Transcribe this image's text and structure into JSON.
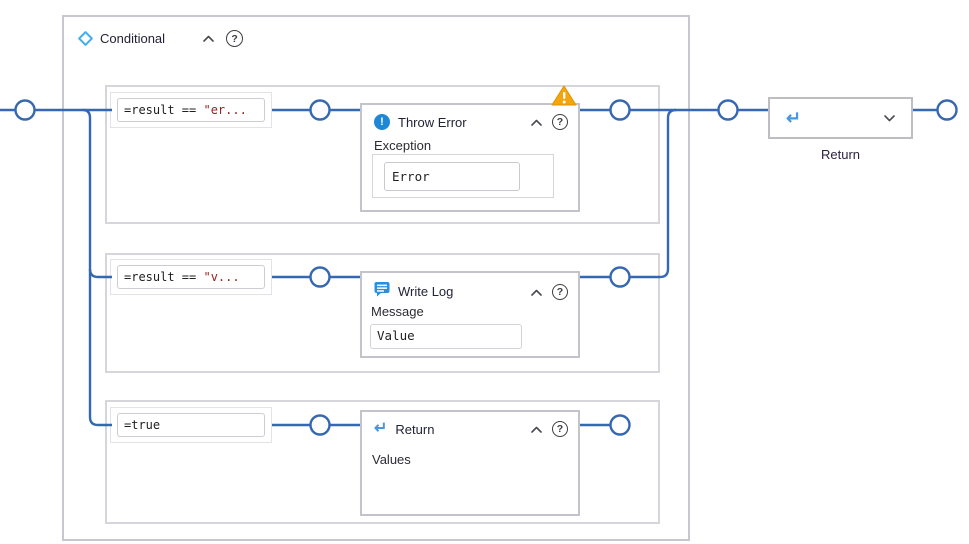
{
  "colors": {
    "connector_blue": "#3568b0",
    "activity_icon_blue": "#1e87d6",
    "diamond_blue": "#41b0e8",
    "return_arrow_blue": "#4a97dd",
    "warning_amber": "#f2a50c"
  },
  "icons": {
    "help": "?",
    "error_bang": "!",
    "return_arrow": "↵"
  },
  "conditional": {
    "title": "Conditional",
    "branches": [
      {
        "condition_code": "=result == ",
        "condition_string": "\"er...",
        "activity": {
          "title": "Throw Error",
          "field_label": "Exception",
          "field_value": "Error",
          "has_warning": true
        }
      },
      {
        "condition_code": "=result == ",
        "condition_string": "\"v...",
        "activity": {
          "title": "Write Log",
          "field_label": "Message",
          "field_value": "Value"
        }
      },
      {
        "condition_code": "=true",
        "condition_string": "",
        "activity": {
          "title": "Return",
          "field_label": "Values"
        }
      }
    ]
  },
  "return_node": {
    "label": "Return"
  }
}
